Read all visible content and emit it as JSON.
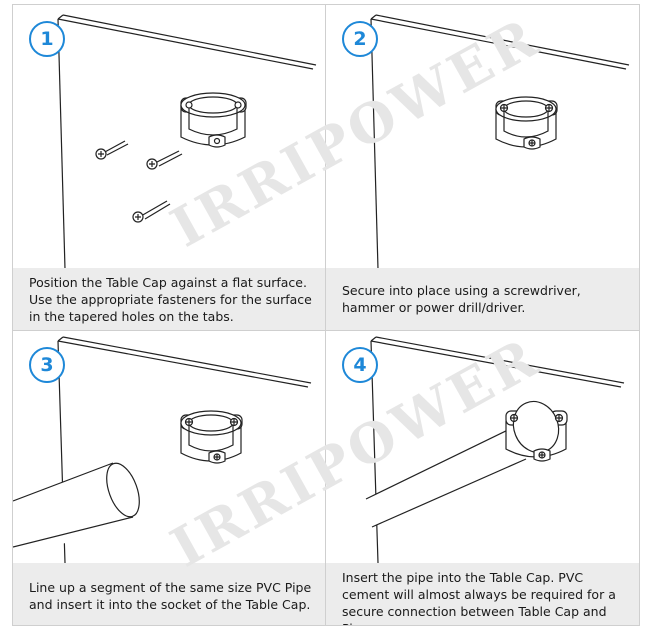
{
  "watermark": "IRRIPOWER",
  "panels": [
    {
      "number": "1",
      "caption": "Position the Table Cap against a flat surface. Use the appropriate fasteners for the surface in the tapered holes on the tabs."
    },
    {
      "number": "2",
      "caption": "Secure into place using a screwdriver, hammer or power drill/driver."
    },
    {
      "number": "3",
      "caption": "Line up a segment of the same size PVC Pipe and insert it into the socket of the Table Cap."
    },
    {
      "number": "4",
      "caption": "Insert the pipe into the Table Cap.  PVC cement will almost always be required for a secure connection between Table Cap and Pipe."
    }
  ],
  "colors": {
    "accent": "#1e88d8",
    "caption_bg": "#ececec",
    "line": "#222222"
  }
}
